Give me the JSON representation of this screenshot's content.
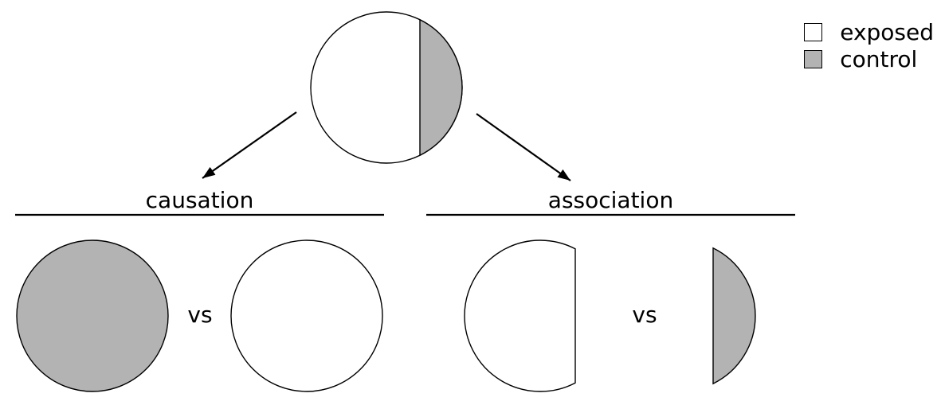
{
  "colors": {
    "exposed": "#ffffff",
    "control": "#b3b3b3",
    "stroke": "#000000",
    "background": "#ffffff"
  },
  "legend": {
    "items": [
      {
        "id": "exposed",
        "label": "exposed"
      },
      {
        "id": "control",
        "label": "control"
      }
    ]
  },
  "branches": {
    "causation": {
      "label": "causation",
      "vs": "vs"
    },
    "association": {
      "label": "association",
      "vs": "vs"
    }
  }
}
